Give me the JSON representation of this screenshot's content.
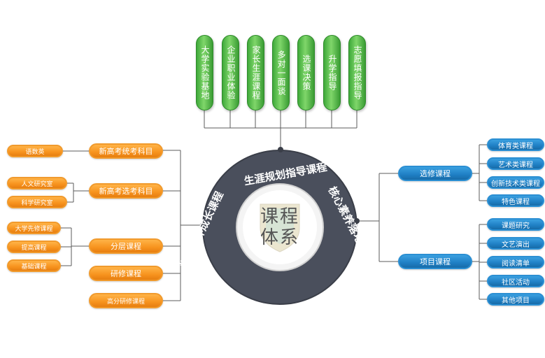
{
  "top": {
    "items": [
      "大学实验基地",
      "企业职业体验",
      "家长生涯课程",
      "多对一面谈",
      "选课决策",
      "升学指导",
      "志愿填报指导"
    ]
  },
  "left": {
    "groups": [
      {
        "label": "新高考统考科目",
        "children": [
          "语数英"
        ]
      },
      {
        "label": "新高考选考科目",
        "children": [
          "人文研究室",
          "科学研究室"
        ]
      },
      {
        "label": "分层课程",
        "children": [
          "大学先修课程",
          "提高课程",
          "基础课程"
        ]
      },
      {
        "label": "研修课程",
        "children": []
      },
      {
        "label": "高分研修课程",
        "children": []
      }
    ]
  },
  "right": {
    "groups": [
      {
        "label": "选修课程",
        "children": [
          "体育类课程",
          "艺术类课程",
          "创新技术类课程",
          "特色课程"
        ]
      },
      {
        "label": "项目课程",
        "children": [
          "课题研究",
          "文艺演出",
          "阅读清单",
          "社区活动",
          "其他项目"
        ]
      }
    ]
  },
  "ring": {
    "top": "生涯规划指导课程",
    "right": "核心素养落地课程",
    "left": "学科素养成长课程"
  },
  "center": {
    "line1": "课程",
    "line2": "体系"
  },
  "colors": {
    "green": "#4caf50",
    "orange": "#f7931e",
    "blue": "#1f7fc4",
    "ring": "#4a4f5c"
  }
}
